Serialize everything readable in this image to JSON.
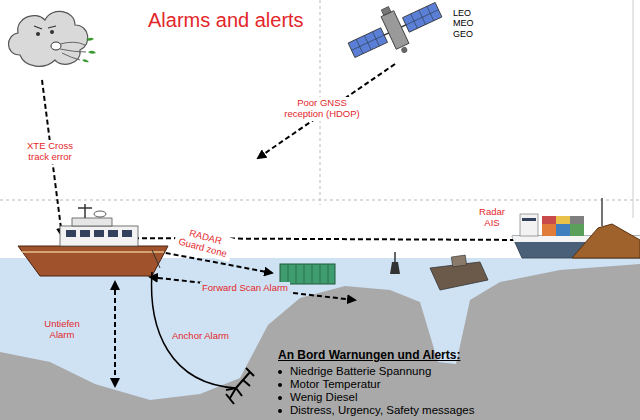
{
  "diagram": {
    "title": "Alarms and alerts",
    "labels": [
      "LEO MEO GEO",
      "Poor GNSS reception (HDOP)",
      "XTE Cross track error",
      "Radar AIS",
      "RADAR Guard zone",
      "Forward Scan Alarm",
      "Untiefen Alarm",
      "Anchor Alarm",
      "An Bord Warnungen und Alerts:",
      "Niedrige Batterie Spannung",
      "Motor Temperatur",
      "Wenig Diesel",
      "Distress, Urgency, Safety messages"
    ]
  }
}
